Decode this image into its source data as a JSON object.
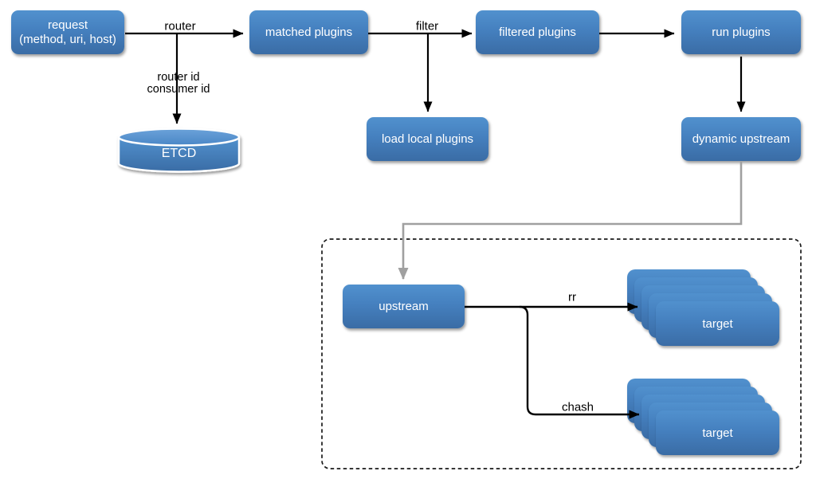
{
  "flow": {
    "request_line1": "request",
    "request_line2": "(method, uri, host)",
    "matched_plugins": "matched plugins",
    "filtered_plugins": "filtered plugins",
    "run_plugins": "run plugins",
    "load_local_plugins": "load local plugins",
    "dynamic_upstream": "dynamic upstream",
    "etcd": "ETCD",
    "upstream": "upstream",
    "target_rr": "target",
    "target_chash": "target"
  },
  "edge_labels": {
    "router": "router",
    "router_id": "router id",
    "consumer_id": "consumer id",
    "filter": "filter",
    "rr": "rr",
    "chash": "chash"
  },
  "colors": {
    "node_gradient_top": "#5191ce",
    "node_gradient_bottom": "#3a6ca5",
    "node_text": "#ffffff",
    "edge_black": "#000000",
    "edge_gray": "#a0a0a0",
    "dashed_border": "#1a1a1a",
    "background": "#ffffff"
  }
}
